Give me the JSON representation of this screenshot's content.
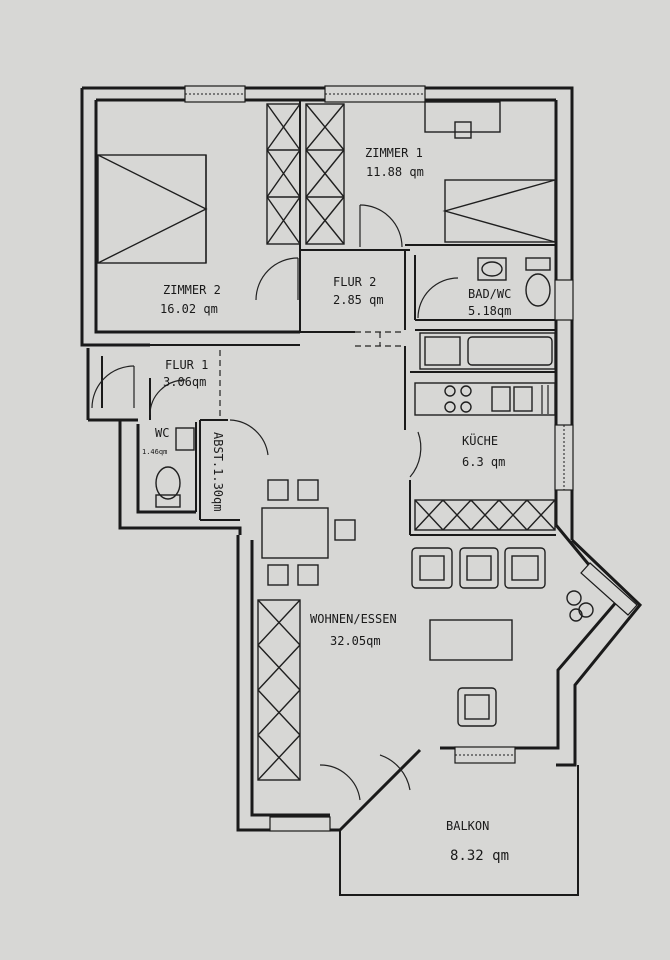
{
  "rooms": {
    "zimmer1": {
      "name": "ZIMMER 1",
      "area": "11.88 qm"
    },
    "zimmer2": {
      "name": "ZIMMER 2",
      "area": "16.02 qm"
    },
    "flur2": {
      "name": "FLUR 2",
      "area": "2.85 qm"
    },
    "bad": {
      "name": "BAD/WC",
      "area": "5.18qm"
    },
    "flur1": {
      "name": "FLUR 1",
      "area": "3.06qm"
    },
    "wc": {
      "name": "WC",
      "area": "1.46qm"
    },
    "abst": {
      "name": "ABST.1.30qm"
    },
    "kueche": {
      "name": "KÜCHE",
      "area": "6.3 qm"
    },
    "wohnen": {
      "name": "WOHNEN/ESSEN",
      "area": "32.05qm"
    },
    "balkon": {
      "name": "BALKON",
      "area": "8.32 qm"
    }
  }
}
